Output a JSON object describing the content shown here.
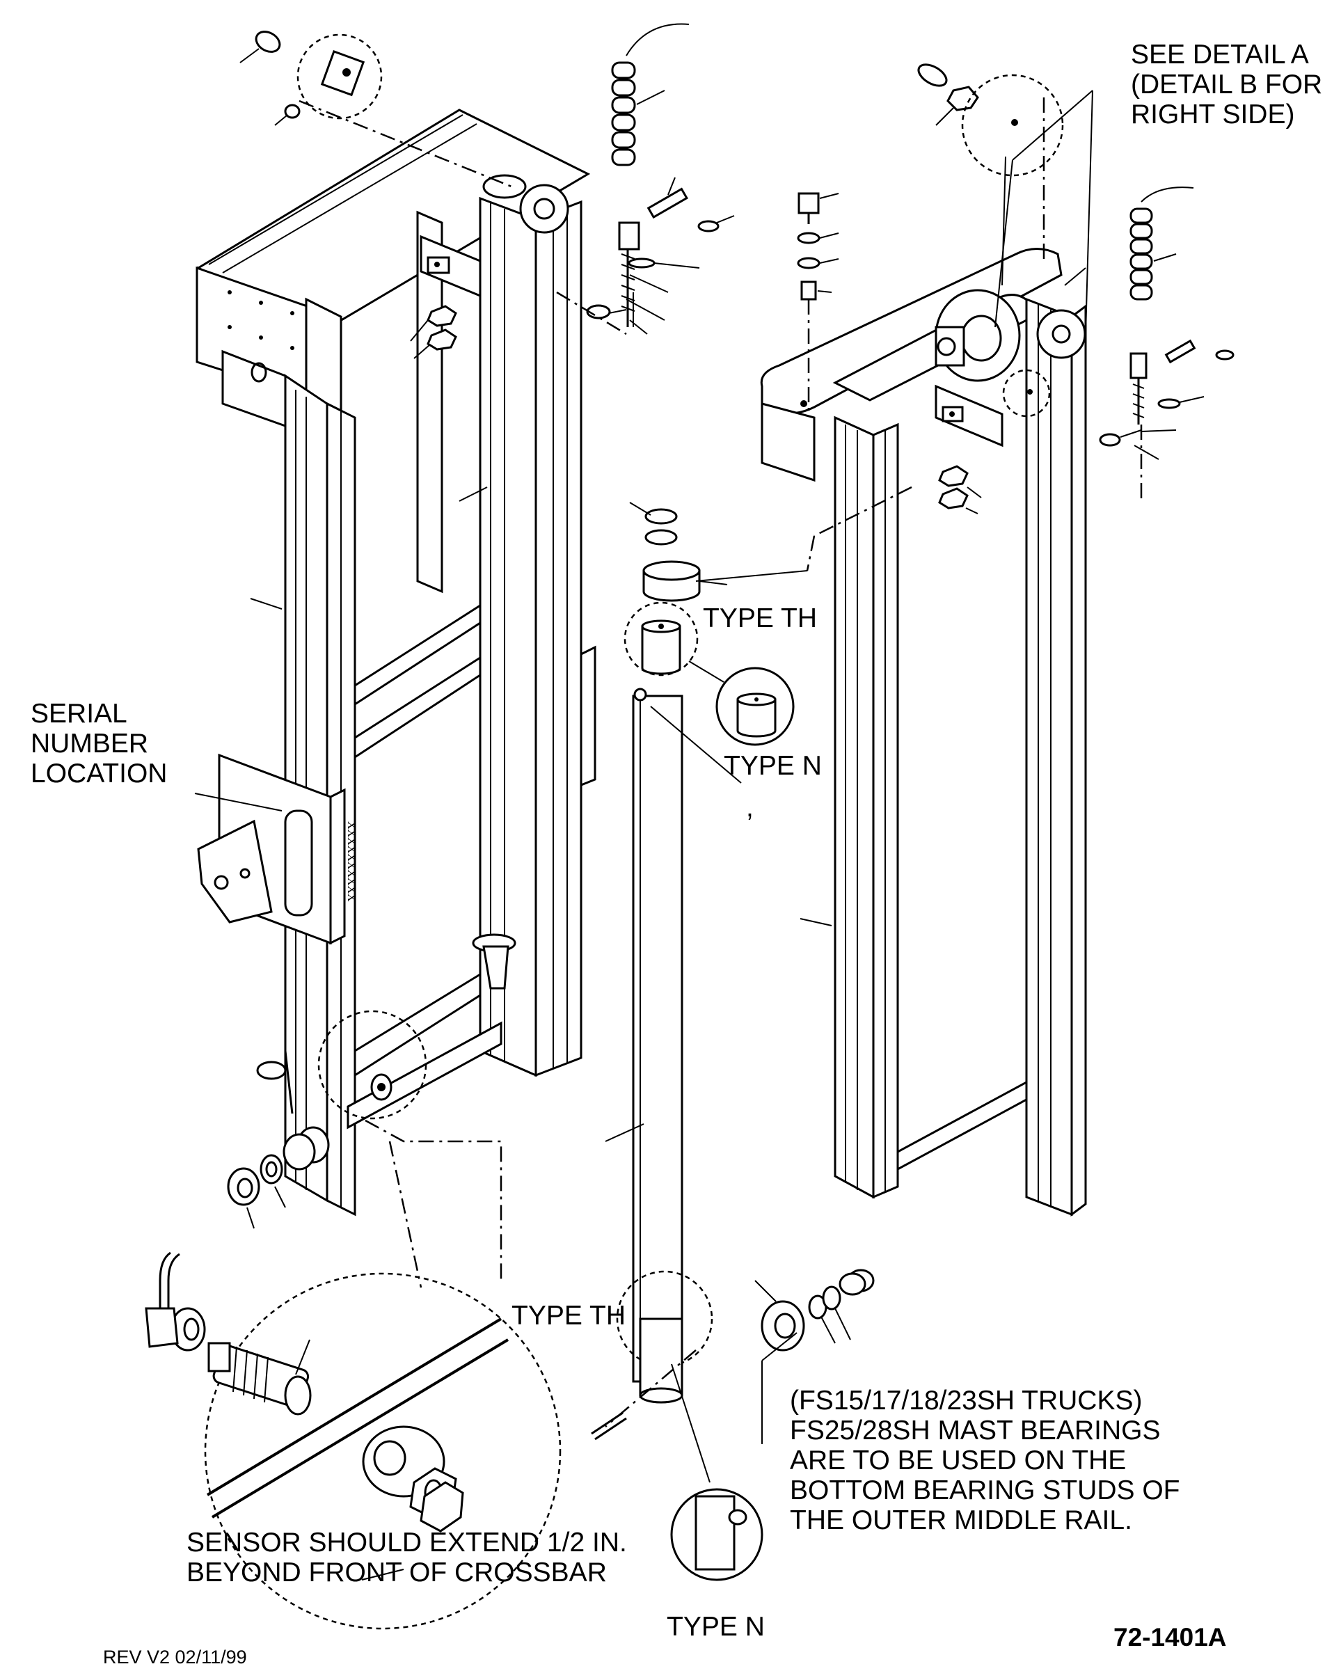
{
  "labels": {
    "see_detail_a": [
      "SEE DETAIL A",
      "(DETAIL B FOR",
      "RIGHT SIDE)"
    ],
    "serial_number_location": [
      "SERIAL",
      "NUMBER",
      "LOCATION"
    ],
    "type_th_upper": "TYPE TH",
    "type_n_upper": "TYPE N",
    "comma_mark": ",",
    "type_th_lower": "TYPE TH",
    "type_n_lower": "TYPE N",
    "bearing_note": [
      "(FS15/17/18/23SH TRUCKS)",
      "FS25/28SH MAST BEARINGS",
      "ARE TO BE USED ON THE",
      "BOTTOM BEARING STUDS OF",
      "THE OUTER MIDDLE RAIL."
    ],
    "sensor_note": [
      "SENSOR SHOULD EXTEND 1/2 IN.",
      "BEYOND FRONT OF CROSSBAR"
    ],
    "drawing_number": "72-1401A",
    "revision": "REV V2 02/11/99",
    "serial_plate_text": "XXXXXXXXXX"
  }
}
